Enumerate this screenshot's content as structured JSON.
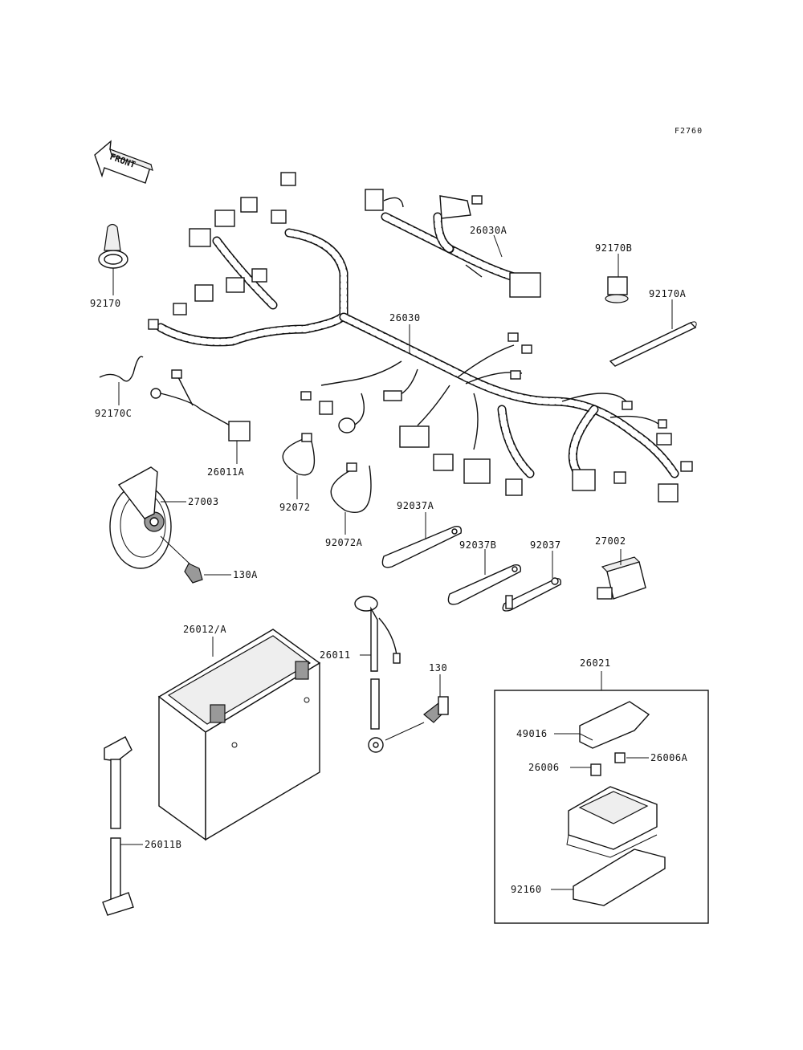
{
  "figure_code": "F2760",
  "front_label": "FRONT",
  "labels": {
    "p92170": "92170",
    "p92170B": "92170B",
    "p92170A": "92170A",
    "p92170C": "92170C",
    "p26030A": "26030A",
    "p26030": "26030",
    "p26011A": "26011A",
    "p27003": "27003",
    "p130A": "130A",
    "p92072": "92072",
    "p92072A": "92072A",
    "p92037A": "92037A",
    "p92037B": "92037B",
    "p92037": "92037",
    "p27002": "27002",
    "p26012A": "26012/A",
    "p26011": "26011",
    "p130": "130",
    "p26021": "26021",
    "p49016": "49016",
    "p26006": "26006",
    "p26006A": "26006A",
    "p26011B": "26011B",
    "p92160": "92160"
  }
}
